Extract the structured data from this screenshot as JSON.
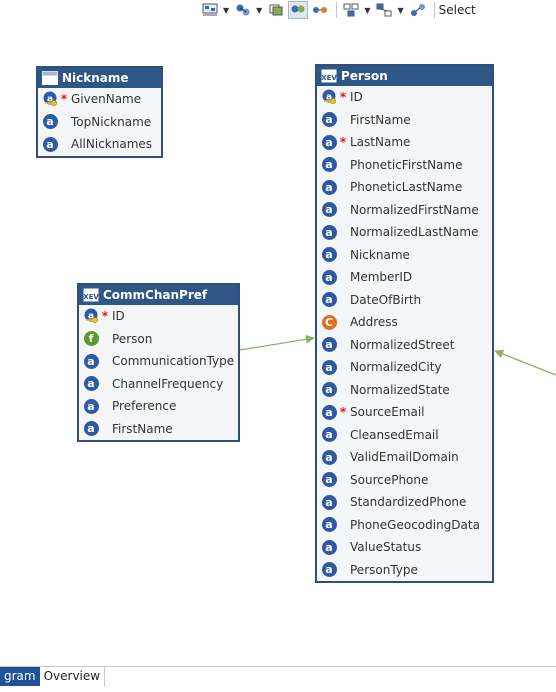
{
  "toolbar": {
    "buttons": [
      {
        "icon": "layout-icon",
        "dropdown": true
      },
      {
        "icon": "node-icon",
        "dropdown": true
      },
      {
        "icon": "stack-icon",
        "dropdown": false
      },
      {
        "icon": "select-nodes-icon",
        "dropdown": false,
        "active": true
      },
      {
        "icon": "node-link-icon",
        "dropdown": false
      },
      {
        "icon": "grid-icon",
        "dropdown": true
      },
      {
        "icon": "grid-alt-icon",
        "dropdown": true
      },
      {
        "icon": "flow-icon",
        "dropdown": false
      }
    ],
    "select_label": "Select"
  },
  "colors": {
    "header": "#2e5687",
    "border": "#2f4f7f",
    "attribute_icon": "#2e5aa3",
    "composite_icon": "#e07020",
    "foreign_icon": "#5a9a2a",
    "required": "#e11111",
    "connector": "#8fb26a"
  },
  "entities": {
    "nickname": {
      "title": "Nickname",
      "attributes": [
        {
          "name": "GivenName",
          "icon": "key-icon",
          "required": true
        },
        {
          "name": "TopNickname",
          "icon": "attribute-icon",
          "required": false
        },
        {
          "name": "AllNicknames",
          "icon": "attribute-icon",
          "required": false
        }
      ]
    },
    "person": {
      "title": "Person",
      "attributes": [
        {
          "name": "ID",
          "icon": "key-icon",
          "required": true
        },
        {
          "name": "FirstName",
          "icon": "attribute-icon",
          "required": false
        },
        {
          "name": "LastName",
          "icon": "attribute-icon",
          "required": true
        },
        {
          "name": "PhoneticFirstName",
          "icon": "attribute-icon",
          "required": false
        },
        {
          "name": "PhoneticLastName",
          "icon": "attribute-icon",
          "required": false
        },
        {
          "name": "NormalizedFirstName",
          "icon": "attribute-icon",
          "required": false
        },
        {
          "name": "NormalizedLastName",
          "icon": "attribute-icon",
          "required": false
        },
        {
          "name": "Nickname",
          "icon": "attribute-icon",
          "required": false
        },
        {
          "name": "MemberID",
          "icon": "attribute-icon",
          "required": false
        },
        {
          "name": "DateOfBirth",
          "icon": "attribute-icon",
          "required": false
        },
        {
          "name": "Address",
          "icon": "composite-icon",
          "required": false
        },
        {
          "name": "NormalizedStreet",
          "icon": "attribute-icon",
          "required": false
        },
        {
          "name": "NormalizedCity",
          "icon": "attribute-icon",
          "required": false
        },
        {
          "name": "NormalizedState",
          "icon": "attribute-icon",
          "required": false
        },
        {
          "name": "SourceEmail",
          "icon": "attribute-icon",
          "required": true
        },
        {
          "name": "CleansedEmail",
          "icon": "attribute-icon",
          "required": false
        },
        {
          "name": "ValidEmailDomain",
          "icon": "attribute-icon",
          "required": false
        },
        {
          "name": "SourcePhone",
          "icon": "attribute-icon",
          "required": false
        },
        {
          "name": "StandardizedPhone",
          "icon": "attribute-icon",
          "required": false
        },
        {
          "name": "PhoneGeocodingData",
          "icon": "attribute-icon",
          "required": false
        },
        {
          "name": "ValueStatus",
          "icon": "attribute-icon",
          "required": false
        },
        {
          "name": "PersonType",
          "icon": "attribute-icon",
          "required": false
        }
      ]
    },
    "commchanpref": {
      "title": "CommChanPref",
      "attributes": [
        {
          "name": "ID",
          "icon": "key-icon",
          "required": true
        },
        {
          "name": "Person",
          "icon": "foreign-key-icon",
          "required": false
        },
        {
          "name": "CommunicationType",
          "icon": "attribute-icon",
          "required": false
        },
        {
          "name": "ChannelFrequency",
          "icon": "attribute-icon",
          "required": false
        },
        {
          "name": "Preference",
          "icon": "attribute-icon",
          "required": false
        },
        {
          "name": "FirstName",
          "icon": "attribute-icon",
          "required": false
        }
      ]
    }
  },
  "tabs": [
    {
      "label": "gram",
      "active": true
    },
    {
      "label": "Overview",
      "active": false
    }
  ]
}
